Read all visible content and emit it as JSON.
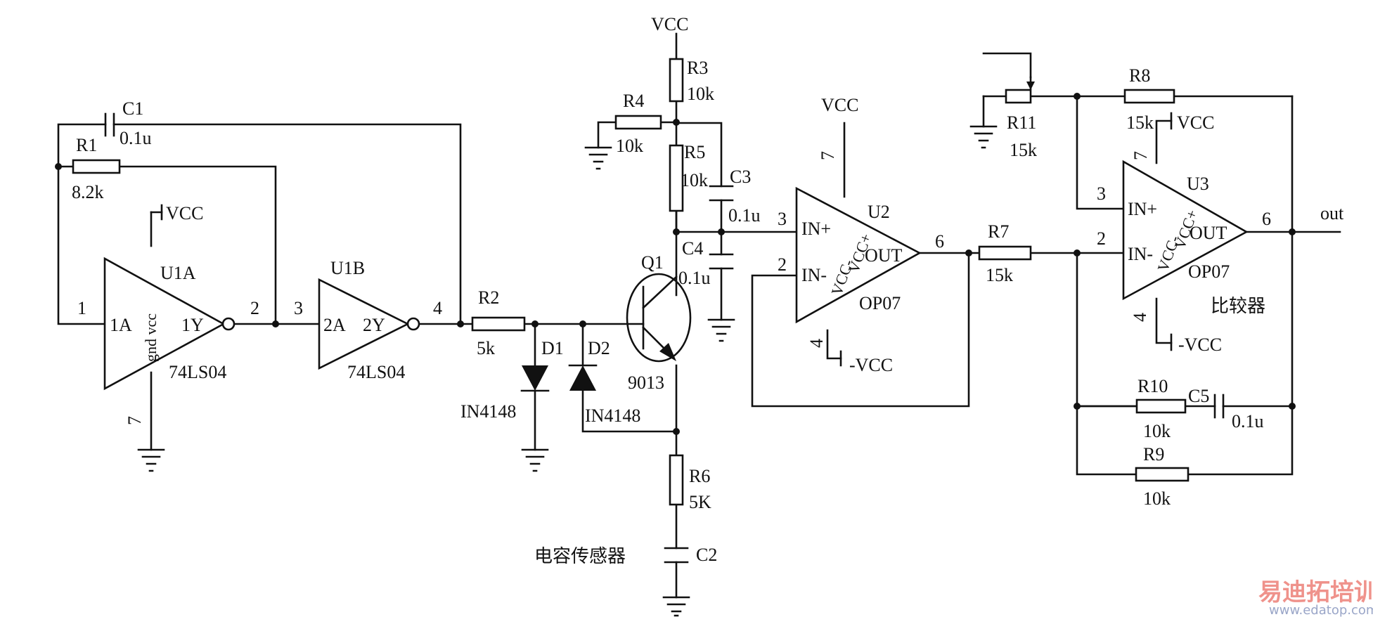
{
  "labels": {
    "vcc": "VCC",
    "neg_vcc": "-VCC",
    "c1": "C1",
    "c1_val": "0.1u",
    "r1": "R1",
    "r1_val": "8.2k",
    "u1a": "U1A",
    "u1a_pin_in": "1A",
    "u1a_pin_out": "1Y",
    "u1a_pwr": "gnd vcc",
    "u1a_part": "74LS04",
    "u1b": "U1B",
    "u1b_pin_in": "2A",
    "u1b_pin_out": "2Y",
    "u1b_part": "74LS04",
    "pin1": "1",
    "pin2": "2",
    "pin3": "3",
    "pin4": "4",
    "pin7": "7",
    "pin6": "6",
    "r2": "R2",
    "r2_val": "5k",
    "d1": "D1",
    "d2": "D2",
    "d1_part": "IN4148",
    "d2_part": "IN4148",
    "q1": "Q1",
    "q1_part": "9013",
    "r3": "R3",
    "r3_val": "10k",
    "r4": "R4",
    "r4_val": "10k",
    "r5": "R5",
    "r5_val": "10k",
    "c3": "C3",
    "c3_val": "0.1u",
    "c4": "C4",
    "c4_val": "0.1u",
    "r6": "R6",
    "r6_val": "5K",
    "c2": "C2",
    "sensor": "电容传感器",
    "u2": "U2",
    "u2_part": "OP07",
    "inp": "IN+",
    "inn": "IN-",
    "vccp": "VCC+",
    "vccn": "VCC-",
    "outp": "OUT",
    "r7": "R7",
    "r7_val": "15k",
    "r8": "R8",
    "r8_val": "15k",
    "r11": "R11",
    "r11_val": "15k",
    "u3": "U3",
    "u3_part": "OP07",
    "comparator": "比较器",
    "out": "out",
    "r10": "R10",
    "r10_val": "10k",
    "c5": "C5",
    "c5_val": "0.1u",
    "r9": "R9",
    "r9_val": "10k"
  },
  "watermark": {
    "brand": "易迪拓培训",
    "url": "www.edatop.com"
  }
}
